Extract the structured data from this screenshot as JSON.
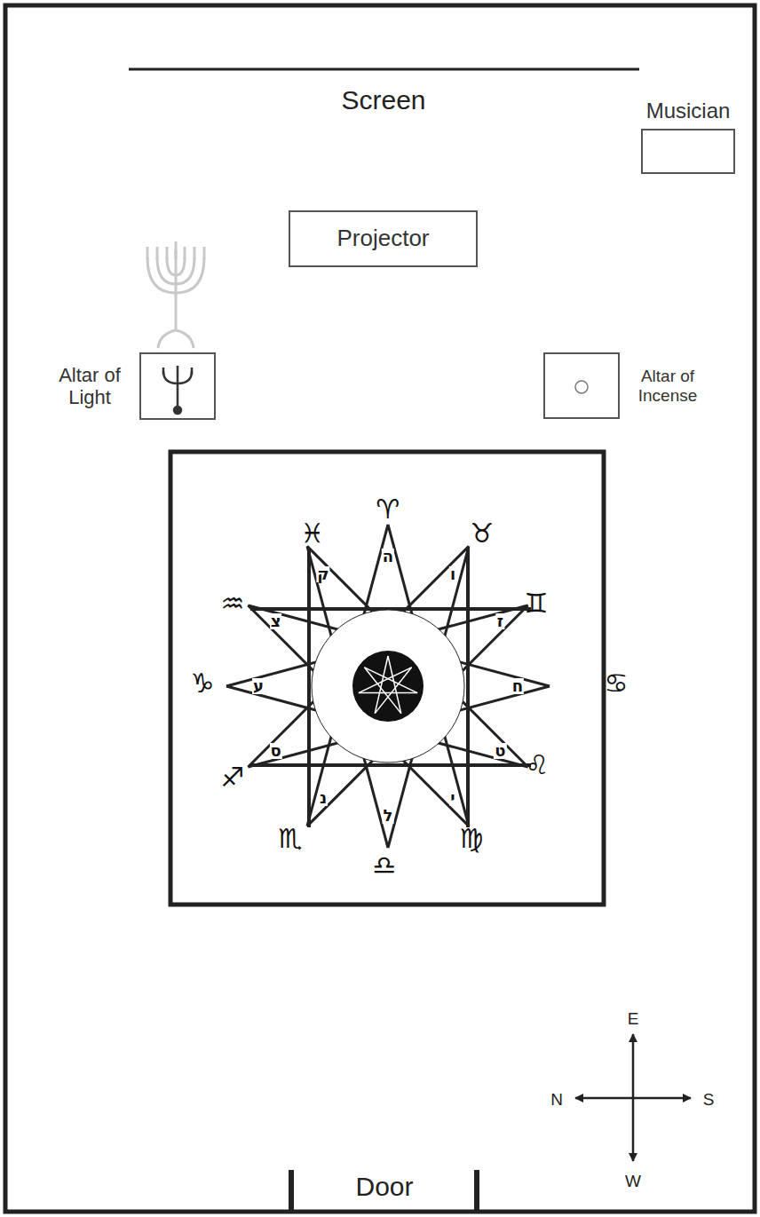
{
  "diagram": {
    "nodes": [
      {
        "text": [
          "Musician"
        ]
      },
      {
        "text": [
          "Projector"
        ]
      },
      {
        "text": [
          "Altar of Light"
        ]
      },
      {
        "text": [
          "Altar of Incense"
        ]
      }
    ],
    "labels": [
      "Screen",
      "Door",
      "E",
      "N",
      "S",
      "W",
      "♈",
      "♉",
      "♊",
      "♋",
      "♌",
      "♍",
      "♎",
      "♏",
      "♐",
      "♑",
      "♒",
      "♓",
      "ה",
      "ו",
      "ז",
      "ח",
      "ט",
      "י",
      "ל",
      "נ",
      "ס",
      "ע",
      "צ",
      "ק"
    ]
  }
}
